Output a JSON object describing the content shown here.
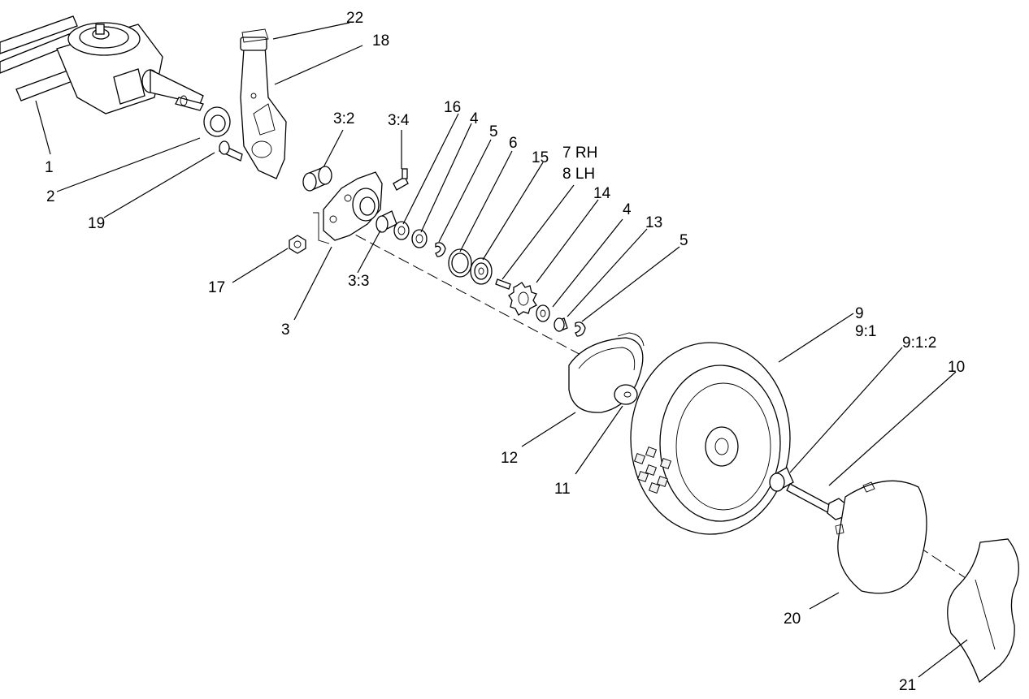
{
  "callouts": {
    "p1": "1",
    "p2": "2",
    "p3": "3",
    "p3_2": "3:2",
    "p3_3": "3:3",
    "p3_4": "3:4",
    "p4a": "4",
    "p4b": "4",
    "p5a": "5",
    "p5b": "5",
    "p6": "6",
    "p7": "7 RH",
    "p8": "8 LH",
    "p9": "9",
    "p9_1": "9:1",
    "p9_1_2": "9:1:2",
    "p10": "10",
    "p11": "11",
    "p12": "12",
    "p13": "13",
    "p14": "14",
    "p15": "15",
    "p16": "16",
    "p17": "17",
    "p18": "18",
    "p19": "19",
    "p20": "20",
    "p21": "21",
    "p22": "22"
  }
}
